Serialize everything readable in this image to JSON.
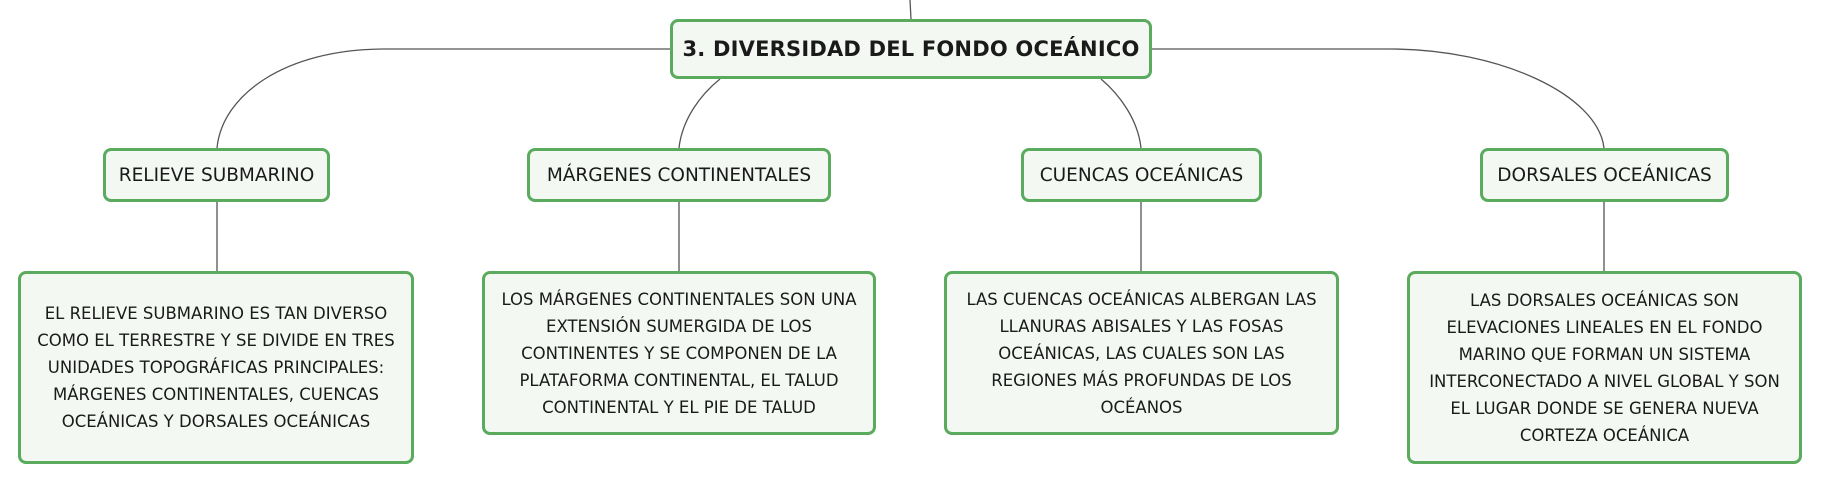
{
  "root": {
    "title": "3. DIVERSIDAD DEL FONDO OCEÁNICO"
  },
  "branches": [
    {
      "title": "RELIEVE SUBMARINO",
      "text": "EL RELIEVE SUBMARINO ES TAN DIVERSO COMO EL TERRESTRE Y SE DIVIDE EN TRES UNIDADES TOPOGRÁFICAS PRINCIPALES: MÁRGENES CONTINENTALES, CUENCAS OCEÁNICAS Y DORSALES OCEÁNICAS"
    },
    {
      "title": "MÁRGENES CONTINENTALES",
      "text": "LOS MÁRGENES CONTINENTALES SON UNA EXTENSIÓN SUMERGIDA DE LOS CONTINENTES Y SE COMPONEN DE LA PLATAFORMA CONTINENTAL, EL TALUD CONTINENTAL Y EL PIE DE TALUD"
    },
    {
      "title": "CUENCAS OCEÁNICAS",
      "text": "LAS CUENCAS OCEÁNICAS ALBERGAN LAS LLANURAS ABISALES Y LAS FOSAS OCEÁNICAS, LAS CUALES SON LAS REGIONES MÁS PROFUNDAS DE LOS OCÉANOS"
    },
    {
      "title": "DORSALES OCEÁNICAS",
      "text": "LAS DORSALES OCEÁNICAS SON ELEVACIONES LINEALES EN EL FONDO MARINO QUE FORMAN UN SISTEMA INTERCONECTADO A NIVEL GLOBAL Y SON EL LUGAR DONDE SE GENERA NUEVA CORTEZA OCEÁNICA"
    }
  ],
  "colors": {
    "border": "#5aab5e",
    "fill": "#f3f8f3",
    "line": "#555555"
  }
}
